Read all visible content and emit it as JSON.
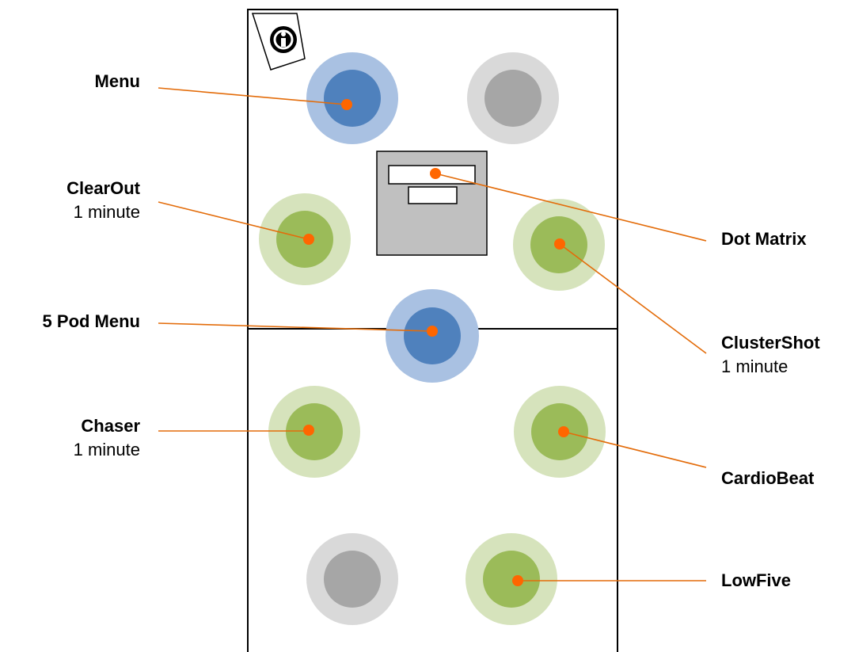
{
  "colors": {
    "blue_outer": "#a9c1e2",
    "blue_inner": "#4f81bd",
    "green_outer": "#d6e3bc",
    "green_inner": "#9bbb59",
    "grey_outer": "#d9d9d9",
    "grey_inner": "#a6a6a6",
    "panel": "#c0c0c0",
    "leader": "#e36c0a",
    "dot": "#ff6600"
  },
  "labels": {
    "menu": {
      "title": "Menu"
    },
    "clearout": {
      "title": "ClearOut",
      "subtitle": "1 minute"
    },
    "five_pod_menu": {
      "title": "5 Pod Menu"
    },
    "chaser": {
      "title": "Chaser",
      "subtitle": "1 minute"
    },
    "dot_matrix": {
      "title": "Dot Matrix"
    },
    "clustershot": {
      "title": "ClusterShot",
      "subtitle": "1 minute"
    },
    "cardiobeat": {
      "title": "CardioBeat"
    },
    "lowfive": {
      "title": "LowFive"
    }
  },
  "logo": {
    "icon": "fitlight-logo-icon"
  }
}
